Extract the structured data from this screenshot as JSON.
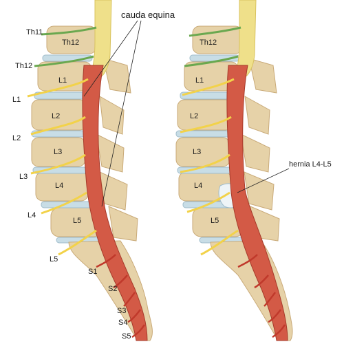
{
  "annotations": {
    "cauda_equina": "cauda equina",
    "hernia": "hernia L4-L5"
  },
  "vertebra_labels": [
    "Th12",
    "L1",
    "L2",
    "L3",
    "L4",
    "L5"
  ],
  "nerve_labels": {
    "left": [
      "Th11",
      "Th12",
      "L1",
      "L2",
      "L3",
      "L4",
      "L5"
    ],
    "sacral": [
      "S1",
      "S2",
      "S3",
      "S4",
      "S5"
    ]
  },
  "colors": {
    "bone": "#e6d2a8",
    "bone_dark": "#c9aa78",
    "disc": "#c8dde6",
    "spinal_cord": "#efe08a",
    "nerve_yellow": "#f2d24a",
    "nerve_green": "#6aa84f",
    "nerve_red": "#c0392b",
    "muscle_red": "#d35a46"
  }
}
